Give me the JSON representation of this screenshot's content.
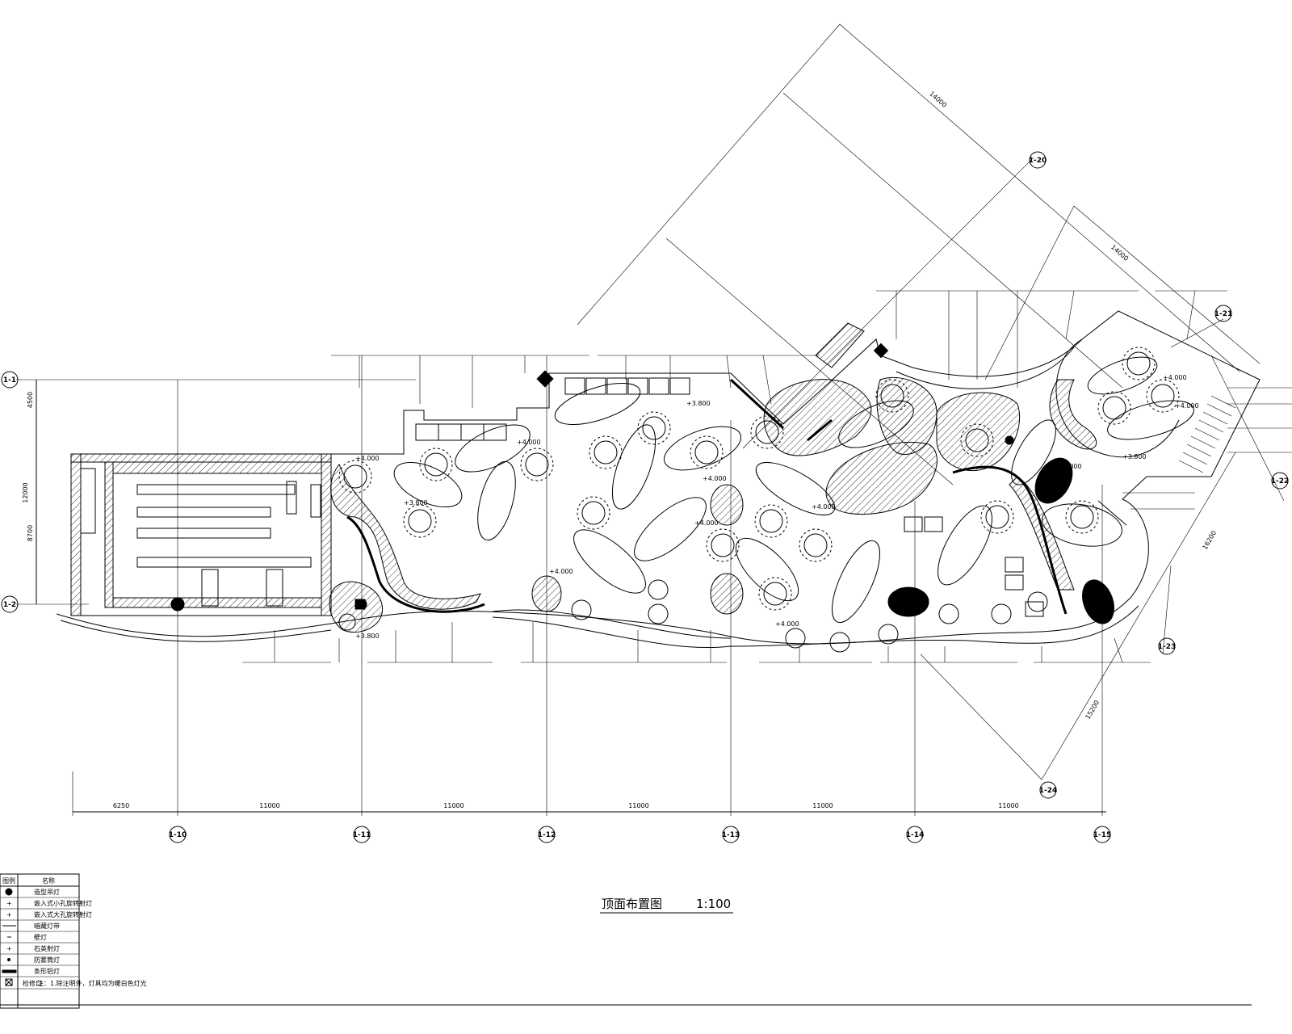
{
  "title": "顶面布置图",
  "scale": "1:100",
  "dimensions": {
    "bottom": [
      "6250",
      "11000",
      "11000",
      "11000",
      "11000",
      "11000"
    ],
    "left": [
      "4500",
      "12000",
      "8700"
    ],
    "diagonal_top": [
      "14000",
      "14000"
    ],
    "diagonal_right": [
      "16200",
      "15200"
    ]
  },
  "axes_bottom": [
    "1-10",
    "1-11",
    "1-12",
    "1-13",
    "1-14",
    "1-15"
  ],
  "axes_left": [
    "1-1",
    "1-2"
  ],
  "axes_diagonal": [
    "1-20",
    "1-21",
    "1-22",
    "1-23",
    "1-24"
  ],
  "elevations": [
    "+4.000",
    "+3.800",
    "+4.000",
    "+4.000",
    "+3.800",
    "+4.000",
    "+4.000",
    "+4.000",
    "+4.000",
    "+3.800",
    "+4.000",
    "+4.000",
    "+4.000",
    "+3.800"
  ],
  "legend": {
    "header": [
      "图例",
      "名称"
    ],
    "rows": [
      {
        "symbol": "pendant",
        "name": "造型吊灯"
      },
      {
        "symbol": "plus",
        "name": "嵌入式小孔旋转射灯"
      },
      {
        "symbol": "plus",
        "name": "嵌入式大孔旋转射灯"
      },
      {
        "symbol": "line",
        "name": "暗藏灯带"
      },
      {
        "symbol": "dash",
        "name": "壁灯"
      },
      {
        "symbol": "plus-small",
        "name": "石英射灯"
      },
      {
        "symbol": "dot",
        "name": "防雾筒灯"
      },
      {
        "symbol": "bar",
        "name": "条形铝灯"
      },
      {
        "symbol": "box-x",
        "name": "检修口"
      }
    ],
    "footnote": "注：1.除注明外，灯具均为暖白色灯光"
  }
}
